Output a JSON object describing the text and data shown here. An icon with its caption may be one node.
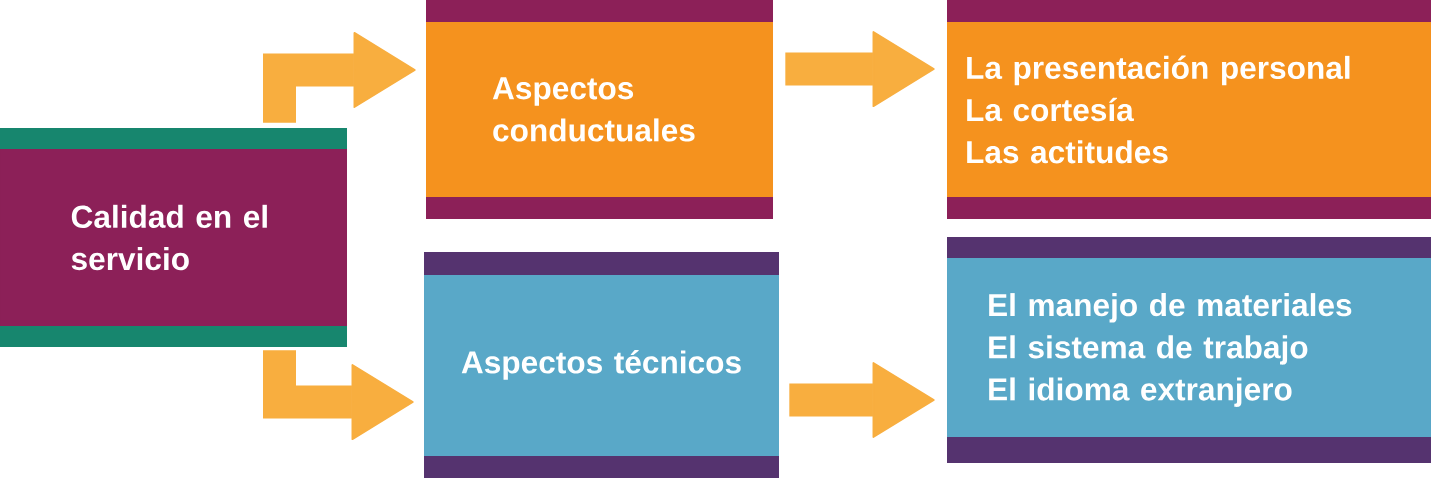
{
  "diagram": {
    "nodes": [
      {
        "text": [
          "Calidad en el servicio"
        ]
      },
      {
        "text": [
          "Aspectos conductuales"
        ]
      },
      {
        "text": [
          "Aspectos técnicos"
        ]
      },
      {
        "text": [
          "La presentación personal",
          "La cortesía",
          "Las actitudes"
        ]
      },
      {
        "text": [
          "El manejo de materiales",
          "El sistema de trabajo",
          "El idioma extranjero"
        ]
      }
    ],
    "edges": [
      {
        "from": 0,
        "to": 1,
        "arrow": "to"
      },
      {
        "from": 0,
        "to": 2,
        "arrow": "to"
      },
      {
        "from": 1,
        "to": 3,
        "arrow": "to"
      },
      {
        "from": 2,
        "to": 4,
        "arrow": "to"
      }
    ]
  }
}
